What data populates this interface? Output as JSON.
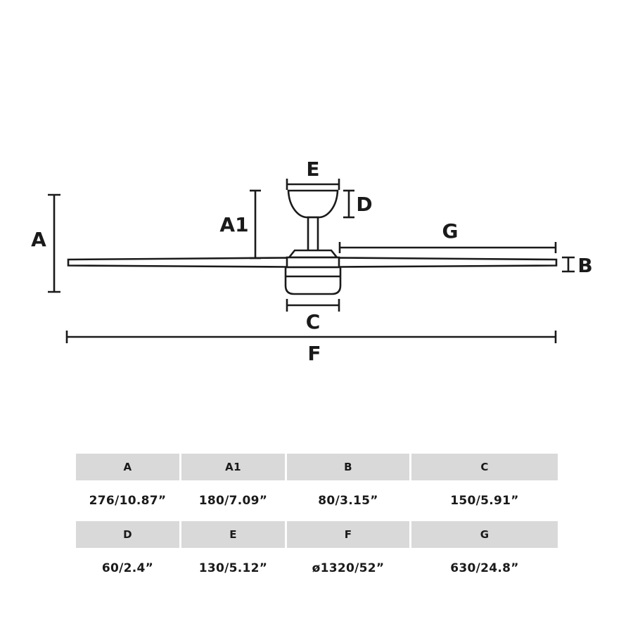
{
  "figure": {
    "type": "ceiling-fan-dimension-diagram",
    "line_color": "#1a1a1a",
    "table_header_color": "#d9d9d9"
  },
  "diagram": {
    "labels": {
      "A": "A",
      "A1": "A1",
      "B": "B",
      "C": "C",
      "D": "D",
      "E": "E",
      "F": "F",
      "G": "G"
    }
  },
  "table": {
    "row_groups": [
      {
        "headers": [
          "A",
          "A1",
          "B",
          "C"
        ],
        "values": [
          "276/10.87”",
          "180/7.09”",
          "80/3.15”",
          "150/5.91”"
        ]
      },
      {
        "headers": [
          "D",
          "E",
          "F",
          "G"
        ],
        "values": [
          "60/2.4”",
          "130/5.12”",
          "ø1320/52”",
          "630/24.8”"
        ]
      }
    ]
  }
}
